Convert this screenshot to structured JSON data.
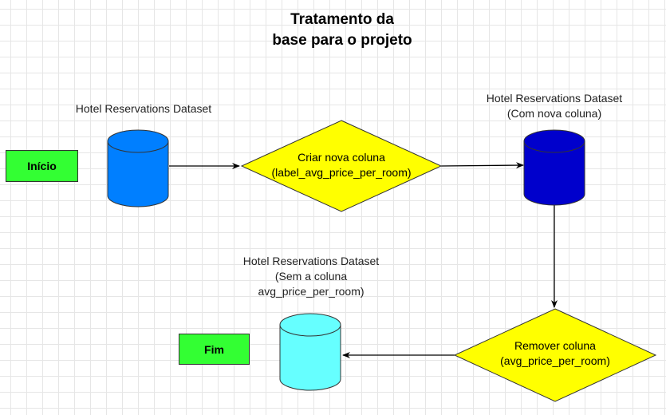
{
  "title": {
    "line1": "Tratamento da",
    "line2": "base para o projeto"
  },
  "nodes": {
    "start": {
      "label": "Início",
      "color": "#33ff33"
    },
    "end": {
      "label": "Fim",
      "color": "#33ff33"
    },
    "dataset_original": {
      "label": "Hotel Reservations Dataset",
      "color": "#007fff"
    },
    "dataset_new_column": {
      "line1": "Hotel Reservations Dataset",
      "line2": "(Com nova coluna)",
      "color": "#0000cc"
    },
    "dataset_final": {
      "line1": "Hotel Reservations Dataset",
      "line2": "(Sem a coluna",
      "line3": "avg_price_per_room)",
      "color": "#66ffff"
    },
    "create_column": {
      "line1": "Criar nova coluna",
      "line2": "(label_avg_price_per_room)",
      "color": "#ffff00"
    },
    "remove_column": {
      "line1": "Remover coluna",
      "line2": "(avg_price_per_room)",
      "color": "#ffff00"
    }
  }
}
